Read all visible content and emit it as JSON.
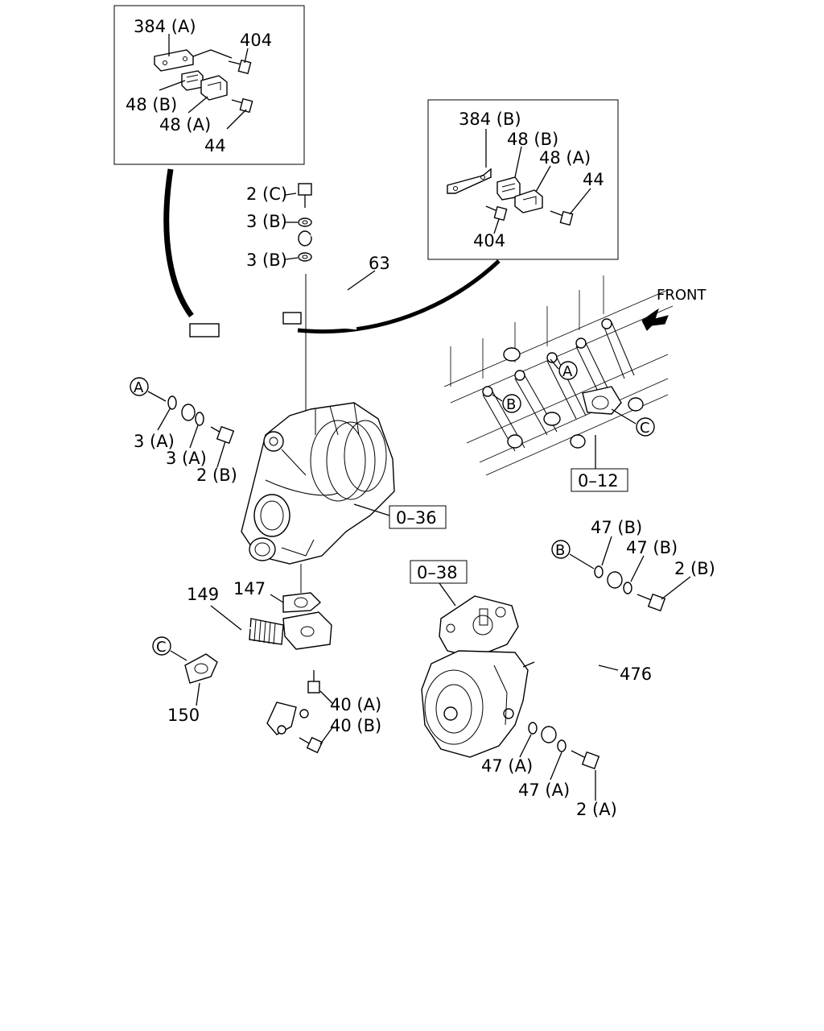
{
  "labels": {
    "l384a": "384 (A)",
    "l404a": "404",
    "l48ba": "48 (B)",
    "l48aa": "48 (A)",
    "l44a": "44",
    "l384b": "384 (B)",
    "l48bb": "48 (B)",
    "l48ab": "48 (A)",
    "l44b": "44",
    "l404b": "404",
    "l2c": "2 (C)",
    "l3b1": "3 (B)",
    "l3b2": "3 (B)",
    "l63": "63",
    "front": "FRONT",
    "l3a1": "3 (A)",
    "l3a2": "3 (A)",
    "l2b1": "2 (B)",
    "ref036": "0–36",
    "ref012": "0–12",
    "ref038": "0–38",
    "l147": "147",
    "l149": "149",
    "l150": "150",
    "l40a": "40 (A)",
    "l40b": "40 (B)",
    "l47b1": "47 (B)",
    "l47b2": "47 (B)",
    "l2b2": "2 (B)",
    "l476": "476",
    "l47a1": "47 (A)",
    "l47a2": "47 (A)",
    "l2a": "2 (A)"
  },
  "callouts": {
    "a1": "A",
    "b1": "B",
    "c1": "C",
    "a2": "A",
    "b2": "B",
    "c2": "C"
  }
}
